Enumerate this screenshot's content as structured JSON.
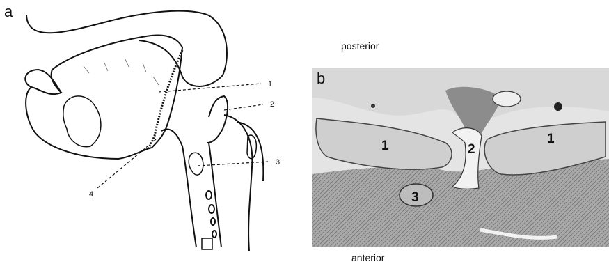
{
  "panel_a": {
    "letter": "a",
    "callouts": [
      "1",
      "2",
      "3",
      "4"
    ]
  },
  "panel_b": {
    "letter": "b",
    "top_label": "posterior",
    "bottom_label": "anterior",
    "structure_labels": [
      "1",
      "2",
      "1",
      "3"
    ]
  }
}
